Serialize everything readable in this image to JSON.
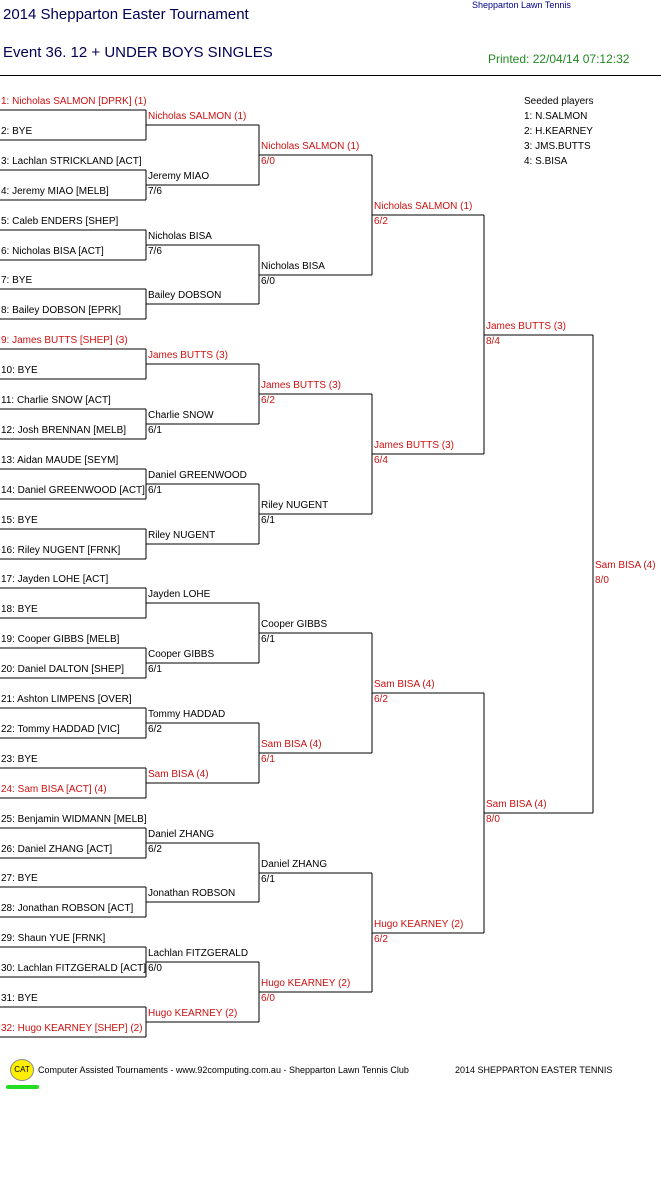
{
  "header": {
    "title": "2014 Shepparton Easter Tournament",
    "event": "Event 36. 12 + UNDER BOYS SINGLES",
    "club": "Shepparton Lawn Tennis",
    "printed": "Printed: 22/04/14 07:12:32"
  },
  "seeds": {
    "title": "Seeded players",
    "items": [
      "1: N.SALMON",
      "2: H.KEARNEY",
      "3: JMS.BUTTS",
      "4: S.BISA"
    ]
  },
  "colors": {
    "text": "#000000",
    "seeded": "#cc1111",
    "lines": "#000000",
    "heading": "#000055",
    "printed": "#228822"
  },
  "round1": [
    {
      "name": "1: Nicholas SALMON [DPRK] (1)",
      "seeded": true
    },
    {
      "name": "2: BYE",
      "seeded": false
    },
    {
      "name": "3: Lachlan STRICKLAND [ACT]",
      "seeded": false
    },
    {
      "name": "4: Jeremy MIAO [MELB]",
      "seeded": false
    },
    {
      "name": "5: Caleb ENDERS [SHEP]",
      "seeded": false
    },
    {
      "name": "6: Nicholas BISA [ACT]",
      "seeded": false
    },
    {
      "name": "7: BYE",
      "seeded": false
    },
    {
      "name": "8: Bailey DOBSON [EPRK]",
      "seeded": false
    },
    {
      "name": "9: James BUTTS [SHEP] (3)",
      "seeded": true
    },
    {
      "name": "10: BYE",
      "seeded": false
    },
    {
      "name": "11: Charlie SNOW [ACT]",
      "seeded": false
    },
    {
      "name": "12: Josh BRENNAN [MELB]",
      "seeded": false
    },
    {
      "name": "13: Aidan MAUDE [SEYM]",
      "seeded": false
    },
    {
      "name": "14: Daniel GREENWOOD [ACT]",
      "seeded": false
    },
    {
      "name": "15: BYE",
      "seeded": false
    },
    {
      "name": "16: Riley NUGENT [FRNK]",
      "seeded": false
    },
    {
      "name": "17: Jayden LOHE [ACT]",
      "seeded": false
    },
    {
      "name": "18: BYE",
      "seeded": false
    },
    {
      "name": "19: Cooper GIBBS [MELB]",
      "seeded": false
    },
    {
      "name": "20: Daniel DALTON [SHEP]",
      "seeded": false
    },
    {
      "name": "21: Ashton LIMPENS [OVER]",
      "seeded": false
    },
    {
      "name": "22: Tommy HADDAD [VIC]",
      "seeded": false
    },
    {
      "name": "23: BYE",
      "seeded": false
    },
    {
      "name": "24: Sam BISA [ACT] (4)",
      "seeded": true
    },
    {
      "name": "25: Benjamin WIDMANN [MELB]",
      "seeded": false
    },
    {
      "name": "26: Daniel ZHANG [ACT]",
      "seeded": false
    },
    {
      "name": "27: BYE",
      "seeded": false
    },
    {
      "name": "28: Jonathan ROBSON [ACT]",
      "seeded": false
    },
    {
      "name": "29: Shaun YUE [FRNK]",
      "seeded": false
    },
    {
      "name": "30: Lachlan FITZGERALD [ACT]",
      "seeded": false
    },
    {
      "name": "31: BYE",
      "seeded": false
    },
    {
      "name": "32: Hugo KEARNEY [SHEP] (2)",
      "seeded": true
    }
  ],
  "round2": [
    {
      "name": "Nicholas SALMON (1)",
      "score": "",
      "seeded": true
    },
    {
      "name": "Jeremy MIAO",
      "score": "7/6",
      "seeded": false
    },
    {
      "name": "Nicholas BISA",
      "score": "7/6",
      "seeded": false
    },
    {
      "name": "Bailey DOBSON",
      "score": "",
      "seeded": false
    },
    {
      "name": "James BUTTS (3)",
      "score": "",
      "seeded": true
    },
    {
      "name": "Charlie SNOW",
      "score": "6/1",
      "seeded": false
    },
    {
      "name": "Daniel GREENWOOD",
      "score": "6/1",
      "seeded": false
    },
    {
      "name": "Riley NUGENT",
      "score": "",
      "seeded": false
    },
    {
      "name": "Jayden LOHE",
      "score": "",
      "seeded": false
    },
    {
      "name": "Cooper GIBBS",
      "score": "6/1",
      "seeded": false
    },
    {
      "name": "Tommy HADDAD",
      "score": "6/2",
      "seeded": false
    },
    {
      "name": "Sam BISA (4)",
      "score": "",
      "seeded": true
    },
    {
      "name": "Daniel ZHANG",
      "score": "6/2",
      "seeded": false
    },
    {
      "name": "Jonathan ROBSON",
      "score": "",
      "seeded": false
    },
    {
      "name": "Lachlan FITZGERALD",
      "score": "6/0",
      "seeded": false
    },
    {
      "name": "Hugo KEARNEY (2)",
      "score": "",
      "seeded": true
    }
  ],
  "round3": [
    {
      "name": "Nicholas SALMON (1)",
      "score": "6/0",
      "seeded": true
    },
    {
      "name": "Nicholas BISA",
      "score": "6/0",
      "seeded": false
    },
    {
      "name": "James BUTTS (3)",
      "score": "6/2",
      "seeded": true
    },
    {
      "name": "Riley NUGENT",
      "score": "6/1",
      "seeded": false
    },
    {
      "name": "Cooper GIBBS",
      "score": "6/1",
      "seeded": false
    },
    {
      "name": "Sam BISA (4)",
      "score": "6/1",
      "seeded": true
    },
    {
      "name": "Daniel ZHANG",
      "score": "6/1",
      "seeded": false
    },
    {
      "name": "Hugo KEARNEY (2)",
      "score": "6/0",
      "seeded": true
    }
  ],
  "round4": [
    {
      "name": "Nicholas SALMON (1)",
      "score": "6/2",
      "seeded": true
    },
    {
      "name": "James BUTTS (3)",
      "score": "6/4",
      "seeded": true
    },
    {
      "name": "Sam BISA (4)",
      "score": "6/2",
      "seeded": true
    },
    {
      "name": "Hugo KEARNEY (2)",
      "score": "6/2",
      "seeded": true
    }
  ],
  "round5": [
    {
      "name": "James BUTTS (3)",
      "score": "8/4",
      "seeded": true
    },
    {
      "name": "Sam BISA (4)",
      "score": "8/0",
      "seeded": true
    }
  ],
  "round6": [
    {
      "name": "Sam BISA (4)",
      "score": "8/0",
      "seeded": true
    }
  ],
  "footer": {
    "logo_text": "CAT",
    "software": "Computer Assisted Tournaments - www.92computing.com.au -  Shepparton Lawn Tennis Club",
    "tournament": "2014 SHEPPARTON EASTER TENNIS"
  }
}
